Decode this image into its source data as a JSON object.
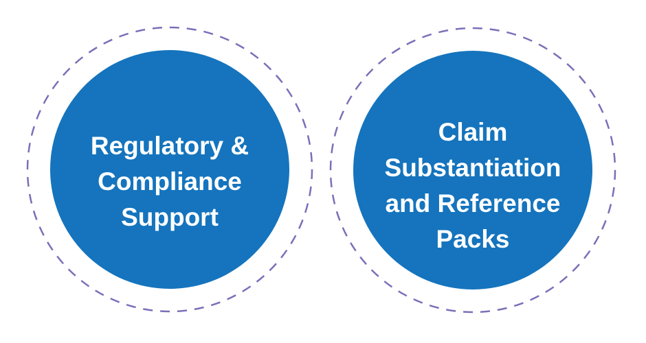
{
  "colors": {
    "fill": "#1574bd",
    "dash": "#7b6fb8",
    "text": "#ffffff"
  },
  "circles": [
    {
      "lines": [
        "Regulatory &",
        "Compliance",
        "Support"
      ]
    },
    {
      "lines": [
        "Claim",
        "Substantiation",
        "and Reference",
        "Packs"
      ]
    }
  ]
}
